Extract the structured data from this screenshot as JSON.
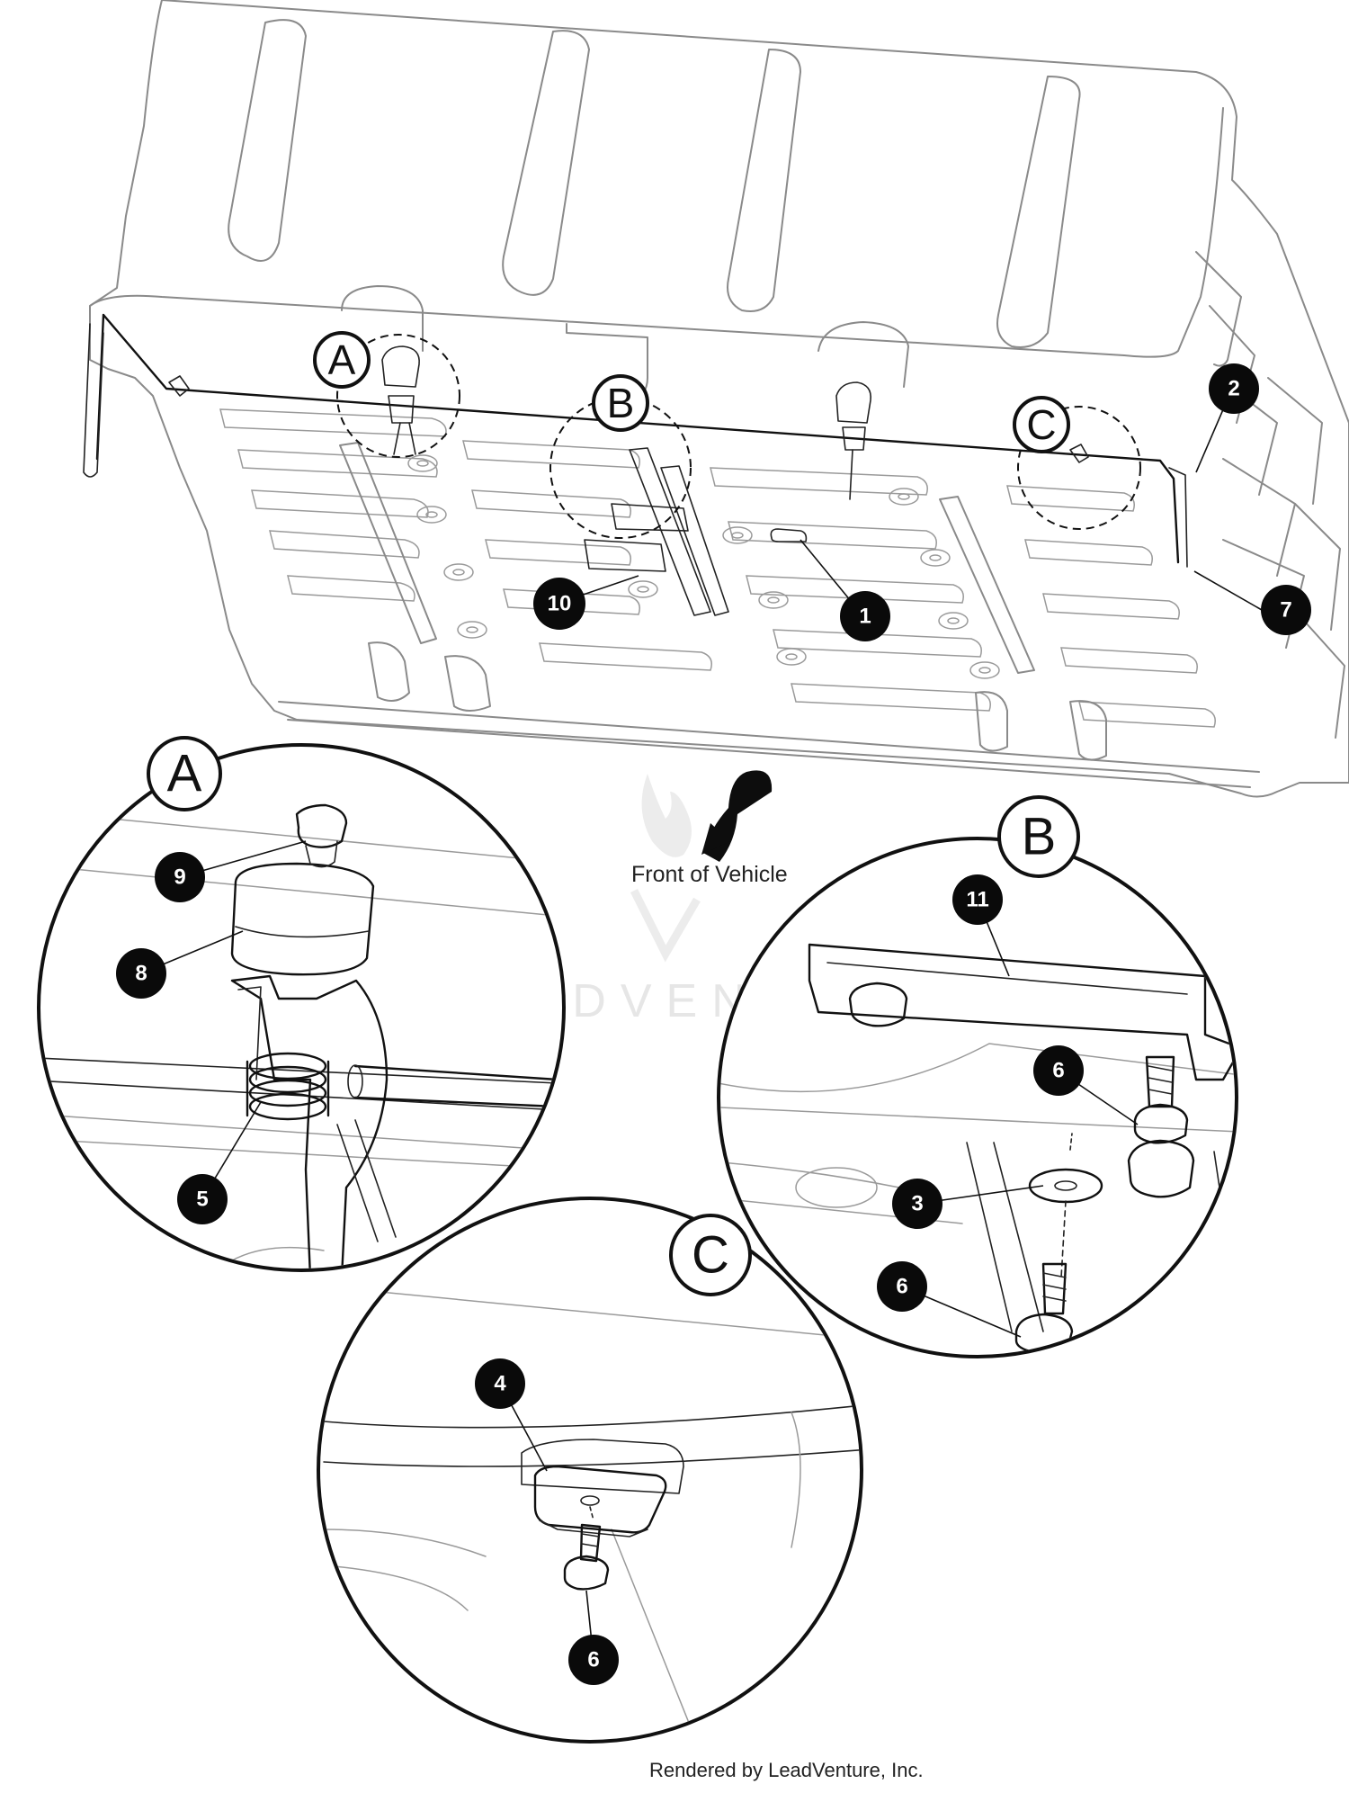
{
  "watermark": "LEADVENTURE",
  "front_label": "Front of Vehicle",
  "credit": "Rendered by LeadVenture, Inc.",
  "detail_letters": {
    "a": "A",
    "b": "B",
    "c": "C"
  },
  "callouts": {
    "n1": "1",
    "n2": "2",
    "n3": "3",
    "n4": "4",
    "n5": "5",
    "n6a": "6",
    "n6b": "6",
    "n6c": "6",
    "n7": "7",
    "n8": "8",
    "n9": "9",
    "n10": "10",
    "n11": "11"
  }
}
